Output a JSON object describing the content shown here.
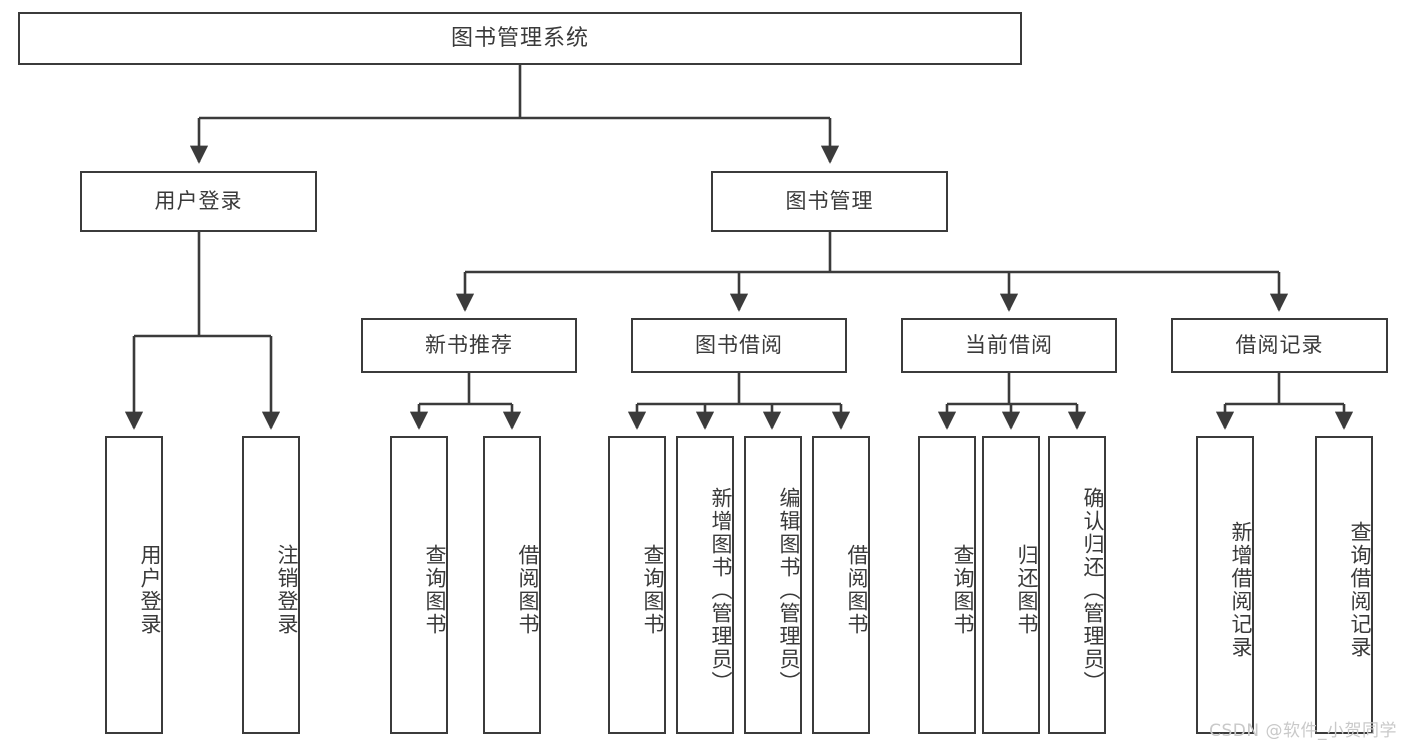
{
  "diagram": {
    "title": "图书管理系统",
    "type": "tree-hierarchy-diagram",
    "style": {
      "box_fill": "#ffffff",
      "box_border": "#3b3b3b",
      "text_color": "#3a3a3a",
      "connector_color": "#3b3b3b",
      "background": "#ffffff"
    },
    "root": {
      "id": "root",
      "label": "图书管理系统"
    },
    "level2": [
      {
        "id": "user-login",
        "label": "用户登录"
      },
      {
        "id": "book-management",
        "label": "图书管理"
      }
    ],
    "level3": [
      {
        "id": "new-book-recommend",
        "label": "新书推荐"
      },
      {
        "id": "book-borrow",
        "label": "图书借阅"
      },
      {
        "id": "current-borrow",
        "label": "当前借阅"
      },
      {
        "id": "borrow-record",
        "label": "借阅记录"
      }
    ],
    "leaves": {
      "user_login": [
        {
          "id": "leaf-user-login",
          "label": "用户登录"
        },
        {
          "id": "leaf-logout-login",
          "label": "注销登录"
        }
      ],
      "new_book_recommend": [
        {
          "id": "leaf-query-book-1",
          "label": "查询图书"
        },
        {
          "id": "leaf-borrow-book-1",
          "label": "借阅图书"
        }
      ],
      "book_borrow": [
        {
          "id": "leaf-query-book-2",
          "label": "查询图书"
        },
        {
          "id": "leaf-add-book",
          "label": "新增图书（管理员）"
        },
        {
          "id": "leaf-edit-book",
          "label": "编辑图书（管理员）"
        },
        {
          "id": "leaf-borrow-book-2",
          "label": "借阅图书"
        }
      ],
      "current_borrow": [
        {
          "id": "leaf-query-book-3",
          "label": "查询图书"
        },
        {
          "id": "leaf-return-book",
          "label": "归还图书"
        },
        {
          "id": "leaf-confirm-return",
          "label": "确认归还（管理员）"
        }
      ],
      "borrow_record": [
        {
          "id": "leaf-add-record",
          "label": "新增借阅记录"
        },
        {
          "id": "leaf-query-record",
          "label": "查询借阅记录"
        }
      ]
    }
  },
  "watermark": {
    "text": "CSDN @软件_小贺同学"
  }
}
